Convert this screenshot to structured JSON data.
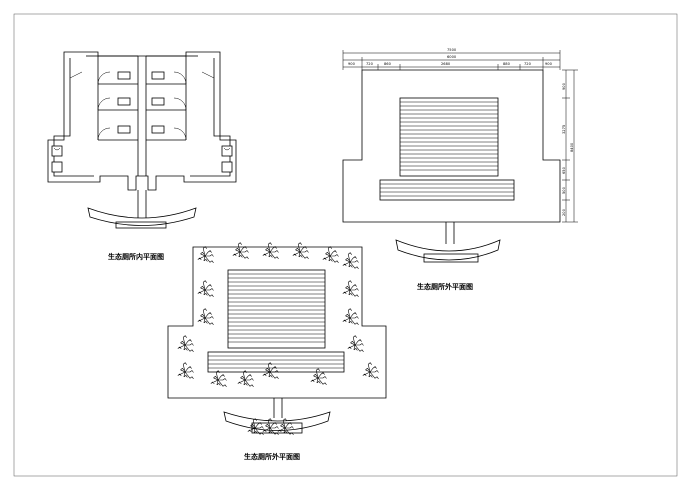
{
  "title_block": {
    "caption_interior": "生态厕所内平面图",
    "caption_exterior_right": "生态厕所外平面图",
    "caption_exterior_bottom": "生态厕所外平面图"
  },
  "dimensions": {
    "overall_width": "7500",
    "inner_width": "6000",
    "segments_top": [
      "900",
      "720",
      "860",
      "2680",
      "880",
      "720",
      "900"
    ],
    "middle_segment": "2680",
    "overall_height": "8400",
    "segments_side": [
      "900",
      "3275",
      "650",
      "500",
      "200"
    ]
  },
  "colors": {
    "line": "#000000",
    "background": "#ffffff",
    "frame": "#555555"
  }
}
